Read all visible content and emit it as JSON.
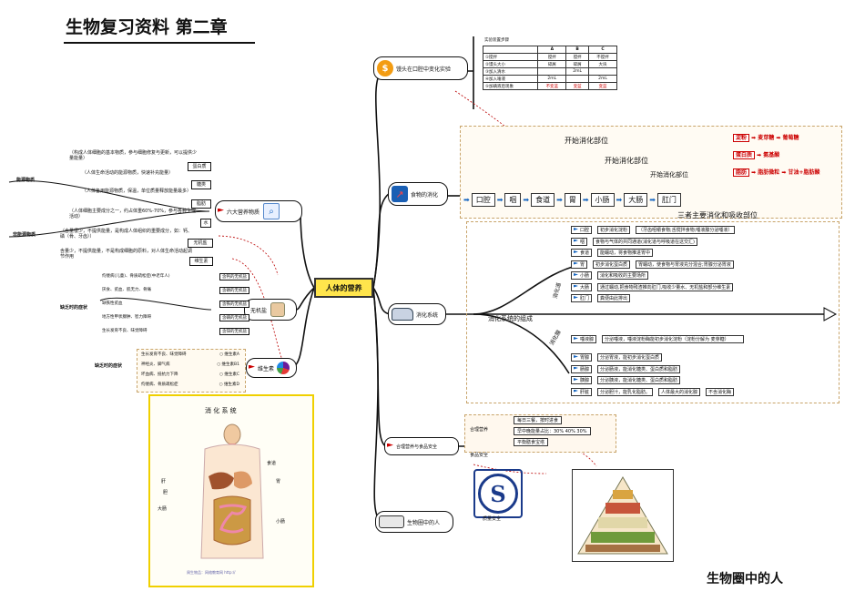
{
  "title": "生物复习资料 第二章",
  "footer_title": "生物圈中的人",
  "central": "人体的营养",
  "branches": {
    "six_nutrients": "六大营养物质",
    "inorganic_salt": "无机盐",
    "vitamin": "维生素",
    "experiment": "馒头在口腔中变化实验",
    "food_digestion": "食物的消化",
    "digestive_system": "消化系统",
    "diet_safety": "合理营养与食品安全",
    "human": "生物圈中的人"
  },
  "left": {
    "energy_label": "能源物质",
    "non_energy_label": "非能源物质",
    "protein_desc": "（构成人体细胞的基本物质，参与细胞修复与更新，可以提供少量能量）",
    "protein": "蛋白质",
    "sugar_desc": "（人体生命活动的能源物质，快速补充能量）",
    "sugar": "糖类",
    "fat_desc": "（人体备用能源物质，保温，单位质量释放能量最多）",
    "fat": "脂肪",
    "water_desc": "（人体细胞主要成分之一，约占体重60%-70%，参与各种生理活动）",
    "water": "水",
    "salt_desc": "（含量很少，不提供能量，是构成人体组织的重要成分，如：钙、磷（骨、牙齿））",
    "salt": "无机盐",
    "vit_desc": "含量少，不提供能量，不是构成细胞的原料，对人体生命活动起调节作用",
    "vit": "维生素",
    "deficiency_label": "缺乏时的症状",
    "salt_symptoms": [
      [
        "佝偻病(儿童)、骨质疏松症(中老年人)",
        "含钙的无机盐"
      ],
      [
        "厌食、贫血、肌无力、骨痛",
        "含磷的无机盐"
      ],
      [
        "缺铁性贫血",
        "含铁的无机盐"
      ],
      [
        "地方性甲状腺肿、智力障碍",
        "含碘的无机盐"
      ],
      [
        "生长发育不良、味觉障碍",
        "含锌的无机盐"
      ]
    ],
    "vit_deficiency_label": "缺乏时的症状",
    "vit_symptoms": [
      [
        "生长发育不良、味觉障碍",
        "维生素A"
      ],
      [
        "神经炎、脚气病",
        "维生素B1"
      ],
      [
        "坏血病、抵抗力下降",
        "维生素C"
      ],
      [
        "佝偻病、骨质疏松症",
        "维生素D"
      ]
    ]
  },
  "digestive_figure": {
    "title": "消 化 系 统",
    "labels": [
      "食道",
      "肝",
      "胃",
      "胆",
      "大肠",
      "小肠"
    ],
    "caption": "周生物品：网络教育网 http://"
  },
  "experiment_table": {
    "caption": "实验装置步骤",
    "headers": [
      "",
      "A",
      "B",
      "C"
    ],
    "rows": [
      [
        "①搅拌",
        "搅拌",
        "搅拌",
        "不搅拌"
      ],
      [
        "②馒头大小",
        "碎屑",
        "碎屑",
        "大块"
      ],
      [
        "③加入清水",
        "",
        "2mL",
        ""
      ],
      [
        "④加入唾液",
        "2mL",
        "",
        "2mL"
      ],
      [
        "⑤加碘液后现象",
        "不变蓝",
        "变蓝",
        "变蓝"
      ]
    ]
  },
  "digestion_chain": {
    "organs": [
      "口腔",
      "咽",
      "食道",
      "胃",
      "小肠",
      "大肠",
      "肛门"
    ],
    "starts": [
      "开始消化部位",
      "开始消化部位",
      "开始消化部位"
    ],
    "note": "三者主要消化和吸收部位",
    "reactions": [
      [
        "淀粉",
        "麦芽糖",
        "葡萄糖"
      ],
      [
        "蛋白质",
        "",
        "氨基酸"
      ],
      [
        "脂肪",
        "脂肪微粒",
        "甘油+脂肪酸"
      ]
    ],
    "enzyme": "酶",
    "bile": "胆汁"
  },
  "digestive_system": {
    "composition": "消化系统的组成",
    "tract_label": "消化道",
    "gland_label": "消化腺",
    "tract": [
      [
        "口腔",
        "初步消化淀粉",
        "（牙齿咀嚼食物;舌搅拌食物;唾液腺分泌唾液）"
      ],
      [
        "咽",
        "食物与气体的共同通道(消化道与呼吸道在这交汇)",
        ""
      ],
      [
        "食道",
        "能蠕动，将食物推进胃中",
        ""
      ],
      [
        "胃",
        "初步消化蛋白质",
        "胃蠕动，使食物与胃液充分混合;胃腺分泌胃液"
      ],
      [
        "小肠",
        "消化和吸收的主要场所",
        ""
      ],
      [
        "大肠",
        "通过蠕动,把食物残渣推向肛门,吸收少量水、无机盐和部分维生素",
        ""
      ],
      [
        "肛门",
        "粪便由此排出",
        ""
      ]
    ],
    "glands": [
      [
        "唾液腺",
        "分泌唾液，唾液淀粉酶能初步消化淀粉（淀粉分解为 麦芽糖）",
        ""
      ],
      [
        "胃腺",
        "分泌胃液，能初步消化蛋白质",
        ""
      ],
      [
        "肠腺",
        "分泌肠液，能消化糖类、蛋白质和脂肪",
        ""
      ],
      [
        "胰腺",
        "分泌胰液，能消化糖类、蛋白质和脂肪",
        ""
      ],
      [
        "肝脏",
        "分泌胆汁，能乳化脂肪。",
        "人体最大的消化腺",
        "不含消化酶"
      ]
    ]
  },
  "diet": {
    "reasonable": "合理营养",
    "items": [
      "每日三餐，按时进食",
      "早中晚能量占比：30% 40% 30%",
      "平衡膳食宝塔"
    ],
    "safety": "食品安全",
    "qs": "质量安全"
  },
  "colors": {
    "accent_red": "#c00000",
    "arrow_blue": "#1565c0",
    "dash_border": "#c8a46a",
    "figure_border": "#f0d000"
  }
}
